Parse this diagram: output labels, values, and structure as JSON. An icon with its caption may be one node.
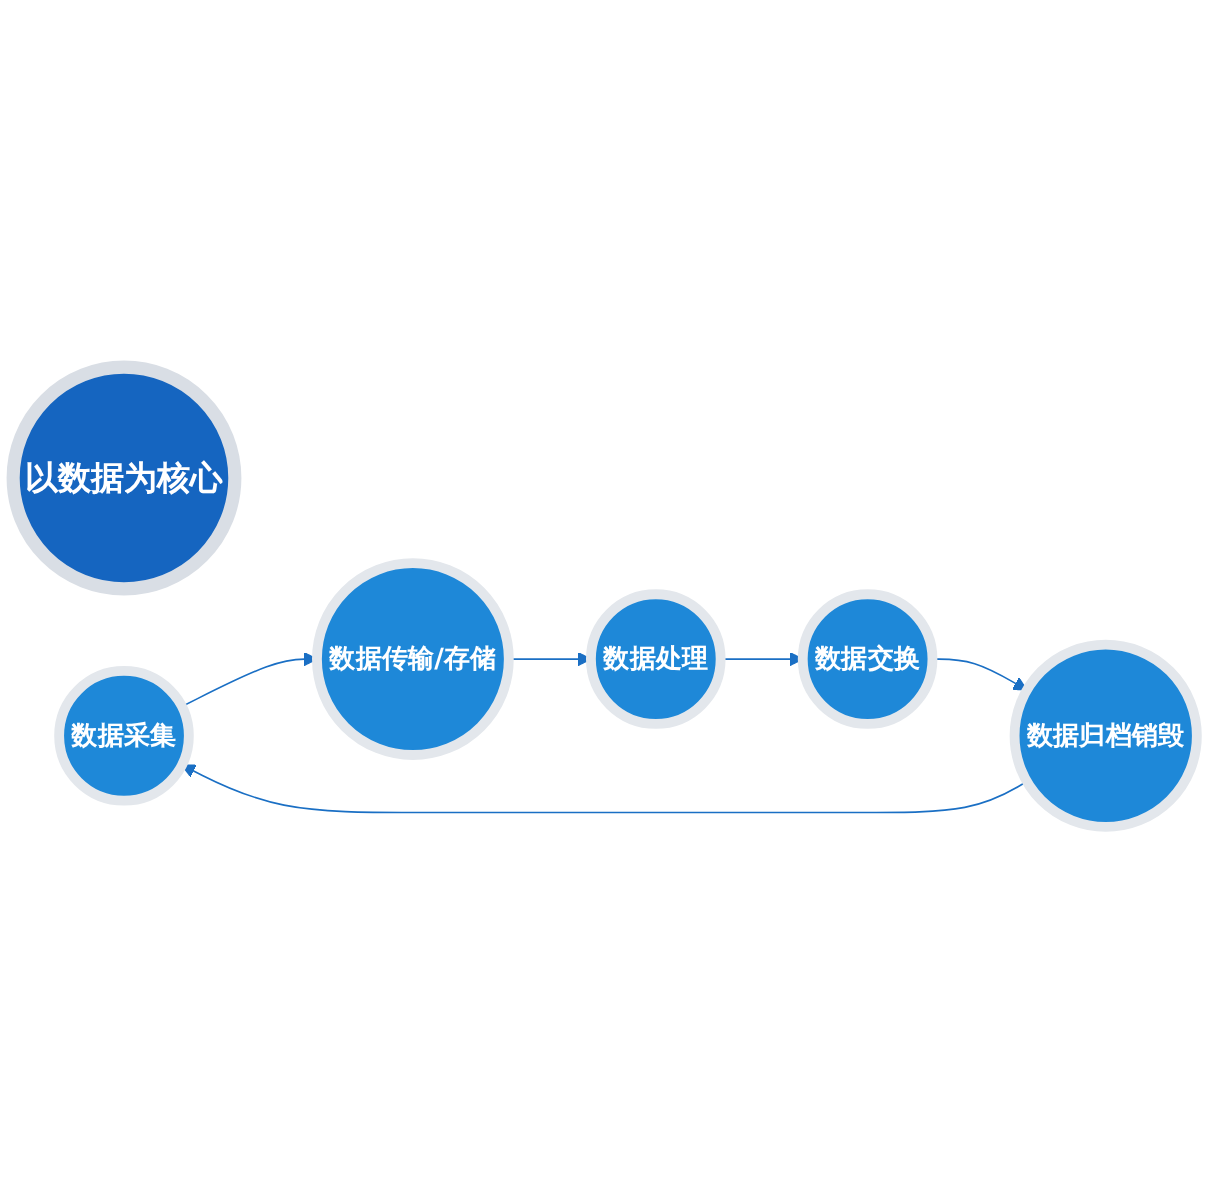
{
  "diagram": {
    "nodes": [
      {
        "text": [
          "以数据为核心"
        ]
      },
      {
        "text": [
          "数据采集"
        ]
      },
      {
        "text": [
          "数据传输/存储"
        ]
      },
      {
        "text": [
          "数据处理"
        ]
      },
      {
        "text": [
          "数据交换"
        ]
      },
      {
        "text": [
          "数据归档销毁"
        ]
      }
    ],
    "edges": [
      {
        "from": 1,
        "to": 2,
        "arrow": "to"
      },
      {
        "from": 2,
        "to": 3,
        "arrow": "to"
      },
      {
        "from": 3,
        "to": 4,
        "arrow": "to"
      },
      {
        "from": 4,
        "to": 5,
        "arrow": "to"
      },
      {
        "from": 5,
        "to": 1,
        "arrow": "to"
      }
    ]
  }
}
